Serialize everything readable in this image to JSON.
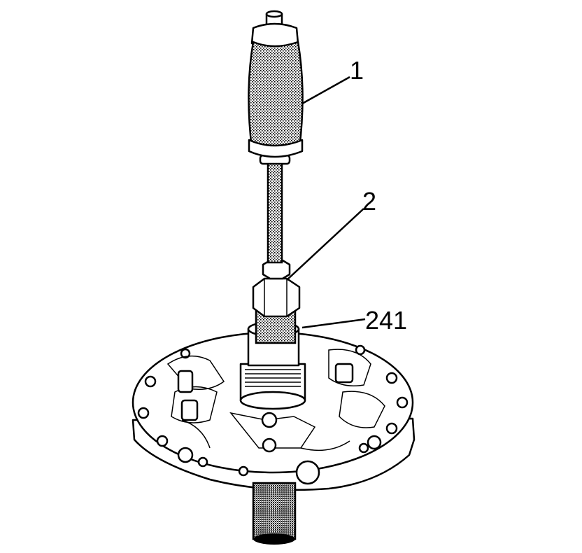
{
  "callouts": [
    {
      "id": "1",
      "text": "1"
    },
    {
      "id": "2",
      "text": "2"
    },
    {
      "id": "241",
      "text": "241"
    }
  ],
  "colors": {
    "ink": "#000000",
    "background": "#ffffff",
    "stipple": "#000000"
  }
}
